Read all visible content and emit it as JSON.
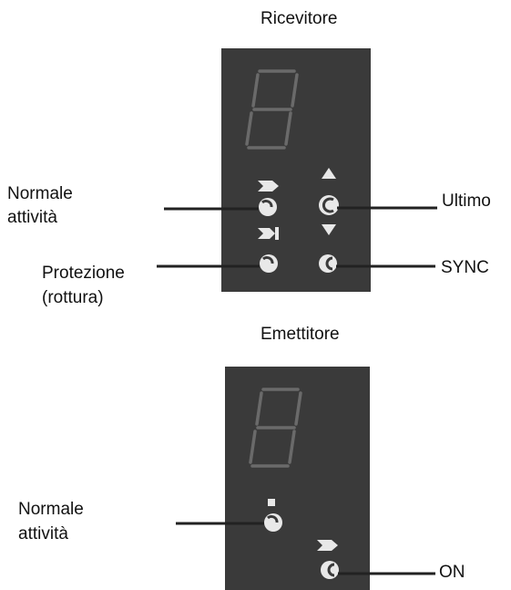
{
  "receiver": {
    "title": "Ricevitore",
    "display_digit": "8",
    "labels": {
      "normal_activity_line1": "Normale",
      "normal_activity_line2": "attività",
      "protection_line1": "Protezione",
      "protection_line2": "(rottura)",
      "last": "Ultimo",
      "sync": "SYNC"
    }
  },
  "emitter": {
    "title": "Emettitore",
    "display_digit": "8",
    "labels": {
      "normal_activity_line1": "Normale",
      "normal_activity_line2": "attività",
      "on": "ON"
    }
  },
  "colors": {
    "panel": "#3a3a3a",
    "segment": "#6a6a6a",
    "led_white": "#e8e8e8",
    "line": "#222222"
  }
}
